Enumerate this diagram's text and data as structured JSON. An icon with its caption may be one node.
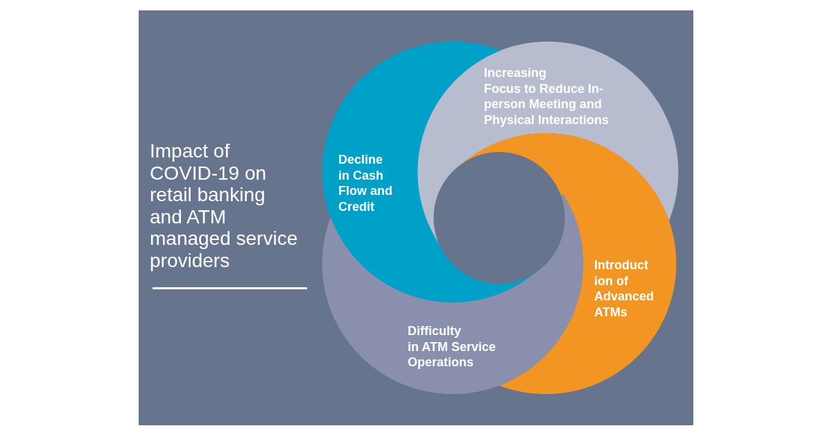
{
  "diagram": {
    "title": "Impact of COVID-19 on retail banking and ATM managed service providers",
    "nodes": [
      {
        "text": [
          "Increasing Focus to Reduce In-person Meeting and Physical Interactions"
        ]
      },
      {
        "text": [
          "Decline in Cash Flow and Credit"
        ]
      },
      {
        "text": [
          "Introduct ion of Advanced ATMs"
        ]
      },
      {
        "text": [
          "Difficulty in ATM Service Operations"
        ]
      }
    ]
  }
}
